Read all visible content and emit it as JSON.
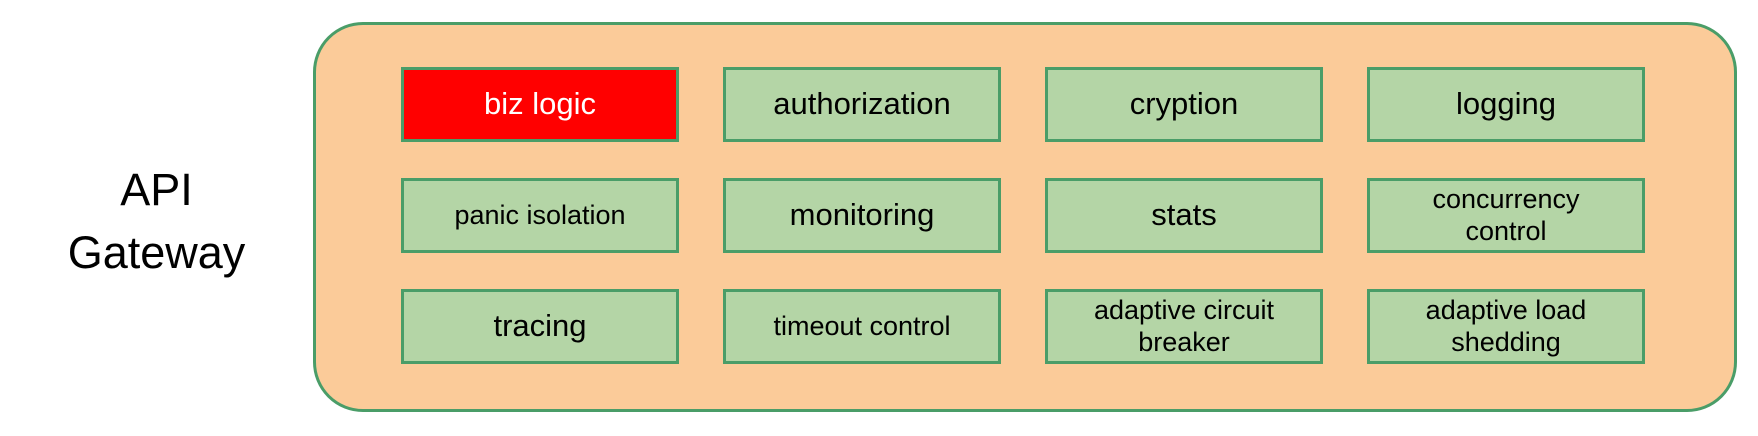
{
  "title": {
    "label": "API\nGateway"
  },
  "gateway": {
    "boxes": [
      {
        "id": "biz-logic",
        "label": "biz logic",
        "highlight": true,
        "small": false
      },
      {
        "id": "authorization",
        "label": "authorization",
        "highlight": false,
        "small": false
      },
      {
        "id": "cryption",
        "label": "cryption",
        "highlight": false,
        "small": false
      },
      {
        "id": "logging",
        "label": "logging",
        "highlight": false,
        "small": false
      },
      {
        "id": "panic-isolation",
        "label": "panic isolation",
        "highlight": false,
        "small": true
      },
      {
        "id": "monitoring",
        "label": "monitoring",
        "highlight": false,
        "small": false
      },
      {
        "id": "stats",
        "label": "stats",
        "highlight": false,
        "small": false
      },
      {
        "id": "concurrency-control",
        "label": "concurrency\ncontrol",
        "highlight": false,
        "small": true
      },
      {
        "id": "tracing",
        "label": "tracing",
        "highlight": false,
        "small": false
      },
      {
        "id": "timeout-control",
        "label": "timeout control",
        "highlight": false,
        "small": true
      },
      {
        "id": "adaptive-circuit-breaker",
        "label": "adaptive circuit\nbreaker",
        "highlight": false,
        "small": true
      },
      {
        "id": "adaptive-load-shedding",
        "label": "adaptive load\nshedding",
        "highlight": false,
        "small": true
      }
    ]
  },
  "colors": {
    "container_fill": "#FBCB99",
    "border_green": "#4A9D68",
    "box_fill": "#B4D5A6",
    "highlight_fill": "#FF0000",
    "text": "#000000",
    "highlight_text": "#FFFFFF",
    "canvas": "#FFFFFF"
  }
}
